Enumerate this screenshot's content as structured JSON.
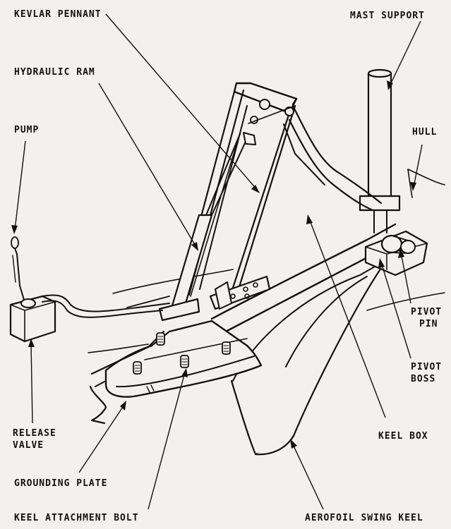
{
  "labels": {
    "kevlar_pennant": "KEVLAR PENNANT",
    "mast_support": "MAST SUPPORT",
    "hydraulic_ram": "HYDRAULIC RAM",
    "pump": "PUMP",
    "hull": "HULL",
    "pivot_pin": [
      "PIVOT",
      "PIN"
    ],
    "pivot_boss": [
      "PIVOT",
      "BOSS"
    ],
    "release_valve": [
      "RELEASE",
      "VALVE"
    ],
    "keel_box": "KEEL BOX",
    "grounding_plate": "GROUNDING PLATE",
    "keel_attachment_bolt": "KEEL ATTACHMENT BOLT",
    "aerofoil_swing_keel": "AEROFOIL SWING KEEL"
  },
  "colors": {
    "ink": "#111111",
    "paper": "#f2f1ee"
  }
}
